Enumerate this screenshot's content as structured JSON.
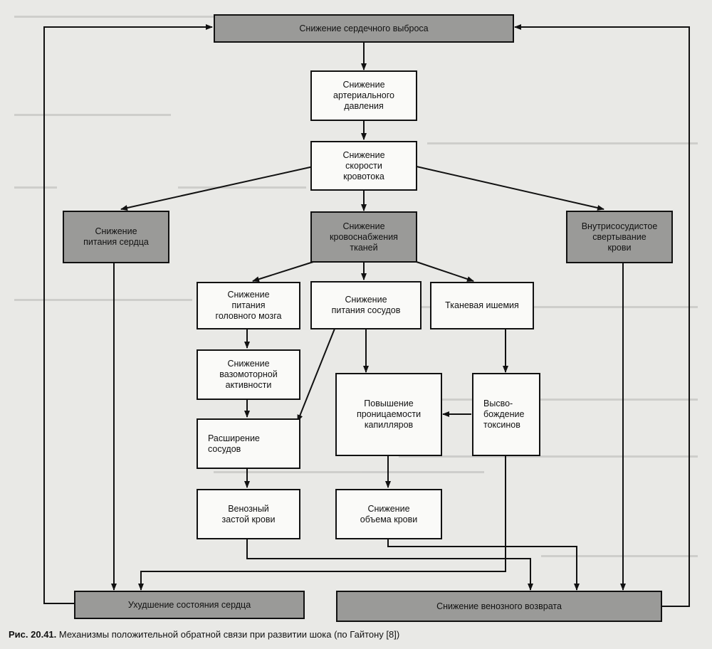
{
  "nodes": {
    "cardiac_output": "Снижение сердечного выброса",
    "arterial_pressure": "Снижение\nартериального\nдавления",
    "blood_flow": "Снижение\nскорости\nкровотока",
    "heart_nutrition": "Снижение\nпитания сердца",
    "tissue_supply": "Снижение\nкровоснабжения\nтканей",
    "coagulation": "Внутрисосудистое\nсвертывание\nкрови",
    "brain_nutrition": "Снижение\nпитания\nголовного мозга",
    "vessel_nutrition": "Снижение\nпитания сосудов",
    "tissue_ischemia": "Тканевая ишемия",
    "vasomotor": "Снижение\nвазомоторной\nактивности",
    "capillary_permeability": "Повышение\nпроницаемости\nкапилляров",
    "toxins": "Высво-\nбождение\nтоксинов",
    "vasodilation": "Расширение\nсосудов",
    "venous_congestion": "Венозный\nзастой крови",
    "blood_volume": "Снижение\nобъема крови",
    "heart_deterioration": "Ухудшение состояния сердца",
    "venous_return": "Снижение венозного возврата"
  },
  "caption": {
    "figure_number": "Рис. 20.41.",
    "text": "Механизмы положительной обратной связи при развитии шока (по Гайтону [8])"
  }
}
